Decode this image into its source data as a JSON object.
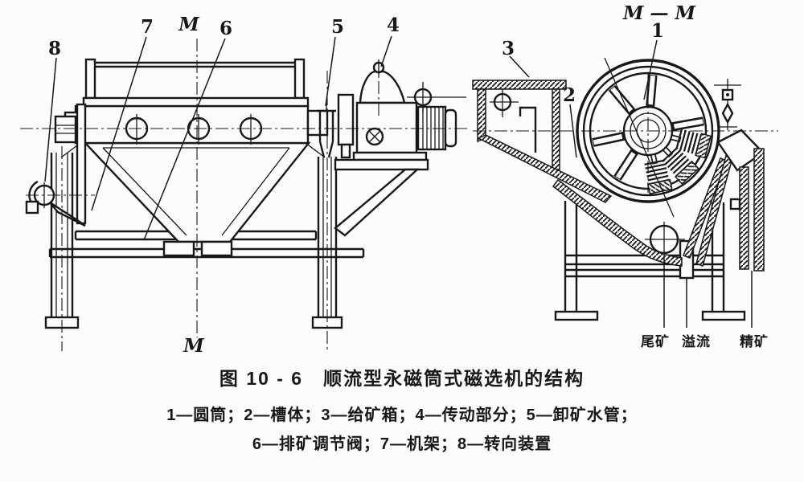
{
  "figure": {
    "caption": "图 10 - 6　顺流型永磁筒式磁选机的结构",
    "legend_line1": "1—圆筒；2—槽体；3—给矿箱；4—传动部分；5—卸矿水管；",
    "legend_line2": "6—排矿调节阀；7—机架；8—转向装置"
  },
  "parts": [
    {
      "num": "1",
      "name": "圆筒"
    },
    {
      "num": "2",
      "name": "槽体"
    },
    {
      "num": "3",
      "name": "给矿箱"
    },
    {
      "num": "4",
      "name": "传动部分"
    },
    {
      "num": "5",
      "name": "卸矿水管"
    },
    {
      "num": "6",
      "name": "排矿调节阀"
    },
    {
      "num": "7",
      "name": "机架"
    },
    {
      "num": "8",
      "name": "转向装置"
    }
  ],
  "left_view": {
    "section_mark_top": "M",
    "section_mark_bottom": "M"
  },
  "right_view": {
    "section_title": "M — M",
    "flow_labels": {
      "tailings": "尾矿",
      "overflow": "溢流",
      "concentrate": "精矿"
    }
  },
  "colors": {
    "ink": "#181818",
    "background": "#fcfcfa"
  }
}
